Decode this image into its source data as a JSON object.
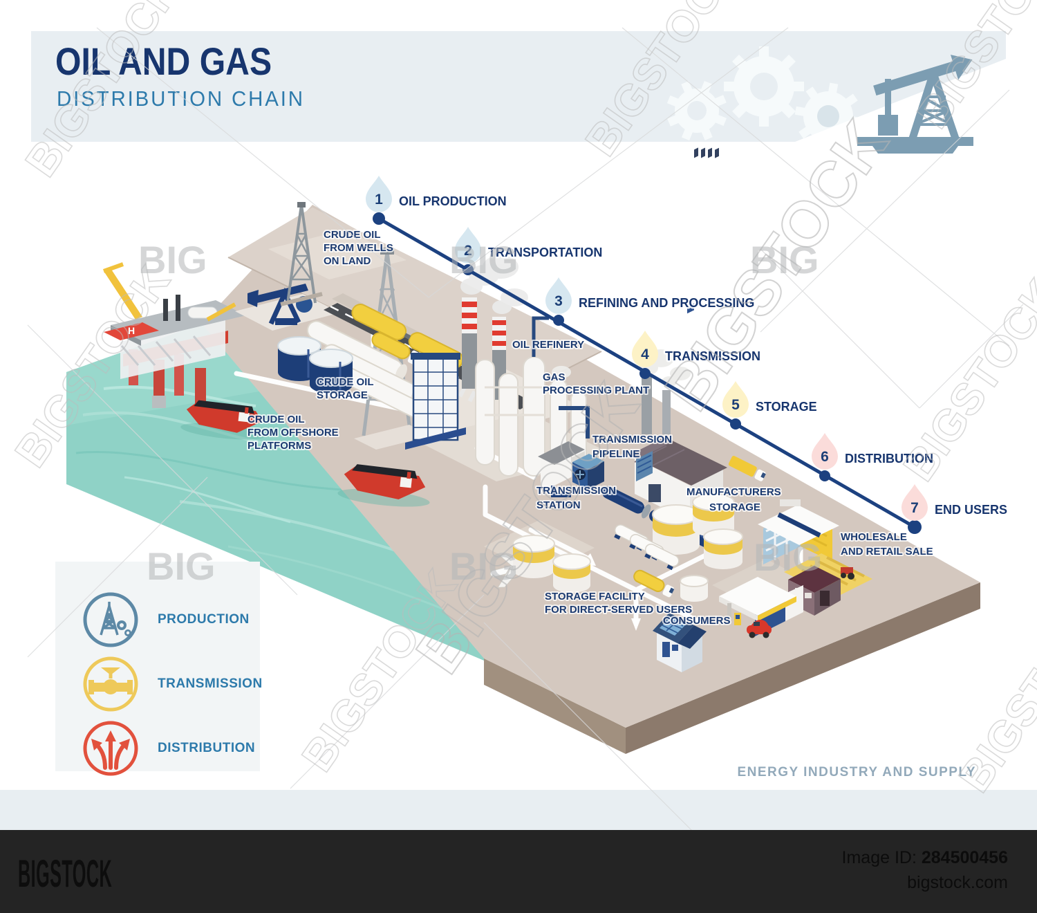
{
  "header": {
    "title": "OIL AND GAS",
    "subtitle": "DISTRIBUTION CHAIN"
  },
  "steps": [
    {
      "num": "1",
      "label": "OIL PRODUCTION",
      "droplet_color": "#d6e7f0"
    },
    {
      "num": "2",
      "label": "TRANSPORTATION",
      "droplet_color": "#d6e7f0"
    },
    {
      "num": "3",
      "label": "REFINING AND PROCESSING",
      "droplet_color": "#d6e7f0"
    },
    {
      "num": "4",
      "label": "TRANSMISSION",
      "droplet_color": "#fdf2c6"
    },
    {
      "num": "5",
      "label": "STORAGE",
      "droplet_color": "#fdf2c6"
    },
    {
      "num": "6",
      "label": "DISTRIBUTION",
      "droplet_color": "#fbdcda"
    },
    {
      "num": "7",
      "label": "END USERS",
      "droplet_color": "#fbdcda"
    }
  ],
  "map_labels": [
    {
      "name": "crude-oil-wells-label",
      "lines": [
        "CRUDE OIL",
        "FROM WELLS",
        "ON LAND"
      ]
    },
    {
      "name": "crude-oil-storage-label",
      "lines": [
        "CRUDE OIL",
        "STORAGE"
      ]
    },
    {
      "name": "crude-oil-offshore-label",
      "lines": [
        "CRUDE OIL",
        "FROM OFFSHORE",
        "PLATFORMS"
      ]
    },
    {
      "name": "oil-refinery-label",
      "lines": [
        "OIL REFINERY"
      ]
    },
    {
      "name": "gas-processing-label",
      "lines": [
        "GAS",
        "PROCESSING PLANT"
      ]
    },
    {
      "name": "transmission-pipeline-label",
      "lines": [
        "TRANSMISSION",
        "PIPELINE"
      ]
    },
    {
      "name": "transmission-station-label",
      "lines": [
        "TRANSMISSION",
        "STATION"
      ]
    },
    {
      "name": "manufacturers-label",
      "lines": [
        "MANUFACTURERS"
      ]
    },
    {
      "name": "storage-label",
      "lines": [
        "STORAGE"
      ]
    },
    {
      "name": "wholesale-label",
      "lines": [
        "WHOLESALE",
        "AND RETAIL SALE"
      ]
    },
    {
      "name": "storage-facility-label",
      "lines": [
        "STORAGE FACILITY",
        "FOR DIRECT-SERVED USERS"
      ]
    },
    {
      "name": "consumers-label",
      "lines": [
        "CONSUMERS"
      ]
    }
  ],
  "scene": {
    "helipad_letter": "H"
  },
  "legend": {
    "items": [
      {
        "label": "PRODUCTION",
        "icon": "derrick-icon",
        "color": "#5d89a6"
      },
      {
        "label": "TRANSMISSION",
        "icon": "valve-icon",
        "color": "#eec95a"
      },
      {
        "label": "DISTRIBUTION",
        "icon": "branch-arrows-icon",
        "color": "#e2513d"
      }
    ]
  },
  "tagline": "ENERGY INDUSTRY AND SUPPLY",
  "watermark": {
    "big": "BIG",
    "stock": "BIGSTOCK"
  },
  "footer": {
    "brand": "BIGSTOCK",
    "image_id_label": "Image ID:",
    "image_id_value": "284500456",
    "website": "bigstock.com"
  },
  "colors": {
    "title_navy": "#17356e",
    "subtitle_blue": "#2d7aab",
    "step_line": "#1c4180",
    "band": "#e8eef2",
    "water": "#8fd2c6",
    "land": "#d4c8bf",
    "footer_bg": "#242424",
    "legend_blue": "#5d89a6",
    "legend_yellow": "#eec95a",
    "legend_red": "#e2513d"
  }
}
